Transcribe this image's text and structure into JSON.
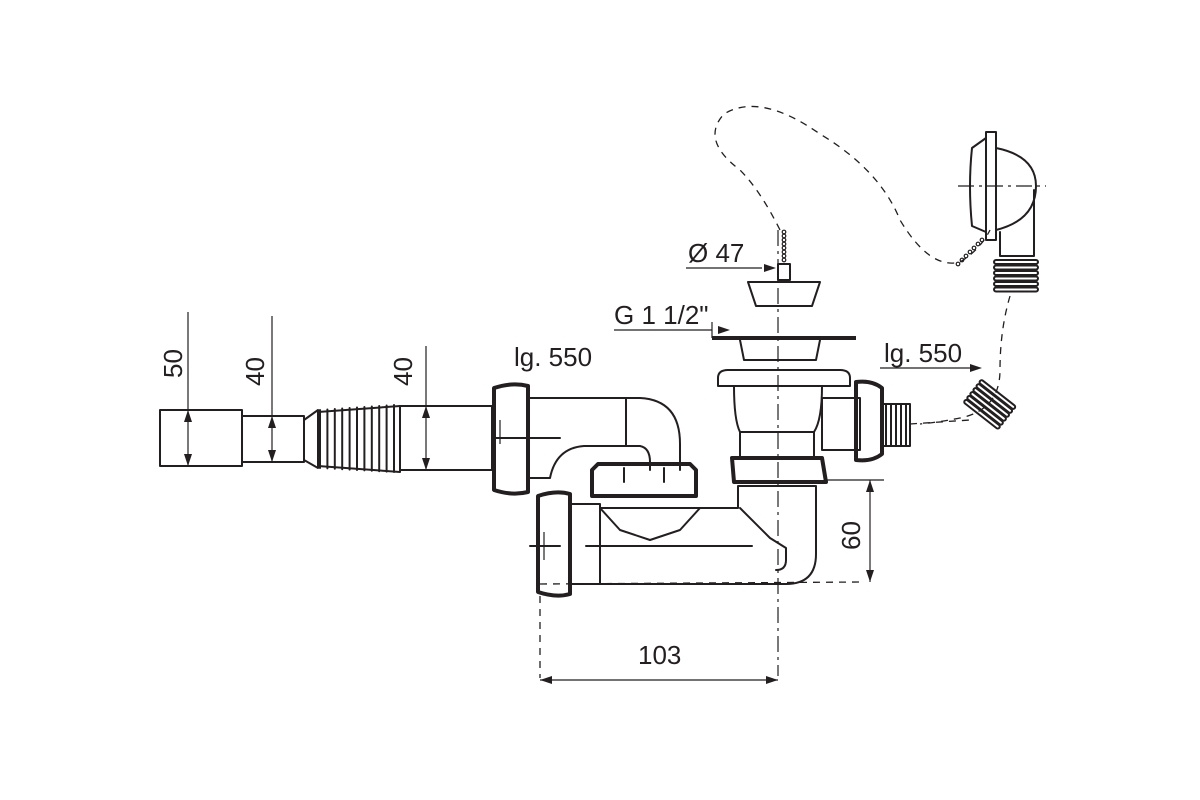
{
  "labels": {
    "dim_50": "50",
    "dim_40_left": "40",
    "dim_40_hose": "40",
    "lg_left": "lg. 550",
    "dia_47": "Ø 47",
    "thread": "G 1 1/2\"",
    "lg_right": "lg. 550",
    "dim_60": "60",
    "dim_103": "103"
  }
}
